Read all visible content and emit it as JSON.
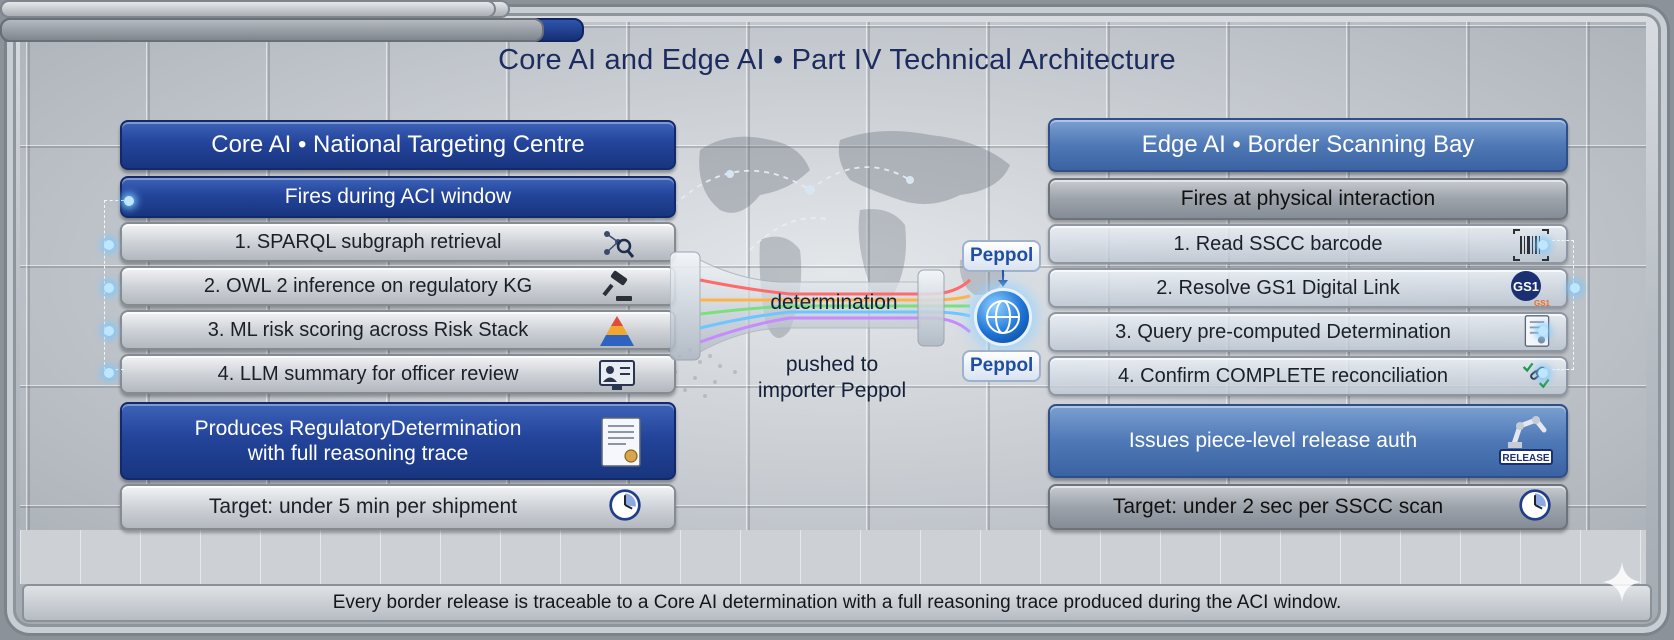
{
  "title": "Core AI and Edge AI • Part IV Technical Architecture",
  "core": {
    "header": "Core AI • National Targeting Centre",
    "window": "Fires during ACI window",
    "steps": [
      {
        "label": "1. SPARQL subgraph retrieval",
        "icon": "network-search-icon"
      },
      {
        "label": "2. OWL 2 inference on regulatory KG",
        "icon": "gavel-icon"
      },
      {
        "label": "3. ML risk scoring across Risk Stack",
        "icon": "pyramid-icon"
      },
      {
        "label": "4. LLM summary for officer review",
        "icon": "officer-monitor-icon"
      }
    ],
    "produces_line1": "Produces RegulatoryDetermination",
    "produces_line2": "with full reasoning trace",
    "target": "Target: under 5 min per shipment"
  },
  "edge": {
    "header": "Edge AI • Border Scanning Bay",
    "window": "Fires at physical interaction",
    "steps": [
      {
        "label": "1. Read SSCC barcode",
        "icon": "barcode-icon"
      },
      {
        "label": "2. Resolve GS1 Digital Link",
        "icon": "gs1-logo-icon"
      },
      {
        "label": "3. Query pre-computed Determination",
        "icon": "certificate-icon"
      },
      {
        "label": "4. Confirm COMPLETE reconciliation",
        "icon": "checklist-link-icon"
      }
    ],
    "issues": "Issues piece-level release auth",
    "release_stamp": "RELEASE",
    "target": "Target: under 2 sec per SSCC scan"
  },
  "middle": {
    "determination": "determination",
    "pushed_line1": "pushed to",
    "pushed_line2": "importer Peppol",
    "peppol_top": "Peppol",
    "peppol_bottom": "Peppol",
    "gs1_text": "GS1"
  },
  "footer": "Every border release is traceable to a Core AI determination with a full reasoning trace produced during the ACI window.",
  "colors": {
    "core_blue": "#23449a",
    "edge_blue": "#4f78b6",
    "title_navy": "#1c2c5e",
    "fiber": [
      "#ff6b6b",
      "#ffb347",
      "#7be07b",
      "#6ec6ff",
      "#c58bff"
    ]
  }
}
